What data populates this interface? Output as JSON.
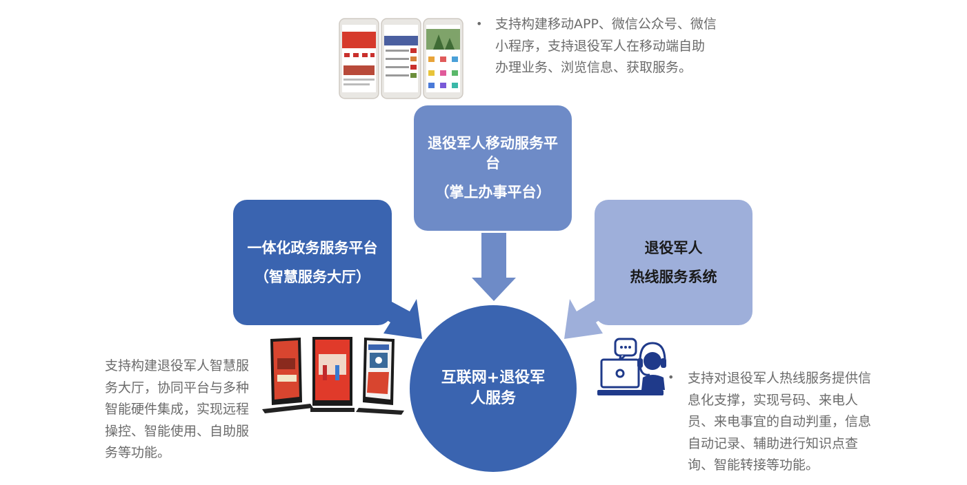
{
  "mobile_platform": {
    "title": "退役军人移动服务平台",
    "subtitle": "（掌上办事平台）",
    "description": "支持构建移动APP、微信公众号、微信小程序，支持退役军人在移动端自助办理业务、浏览信息、获取服务。"
  },
  "government_platform": {
    "title": "一体化政务服务平台",
    "subtitle": "（智慧服务大厅）",
    "description": "支持构建退役军人智慧服务大厅，协同平台与多种智能硬件集成，实现远程操控、智能使用、自助服务等功能。"
  },
  "hotline_platform": {
    "title_line1": "退役军人",
    "title_line2": "热线服务系统",
    "description": "支持对退役军人热线服务提供信息化支撑，实现号码、来电人员、来电事宜的自动判重，信息自动记录、辅助进行知识点查询、智能转接等功能。"
  },
  "center": {
    "title": "互联网+退役军人服务"
  },
  "bullet_symbol": "•",
  "colors": {
    "dark_blue": "#3a64b0",
    "mid_blue": "#6e8bc7",
    "light_blue": "#9eafda",
    "text_gray": "#6b6b6b",
    "icon_navy": "#1f3a8a"
  },
  "icons": {
    "mobile": "smartphone-screens-illustration",
    "hall": "kiosk-screens-illustration",
    "hotline": "customer-service-agent-icon"
  }
}
